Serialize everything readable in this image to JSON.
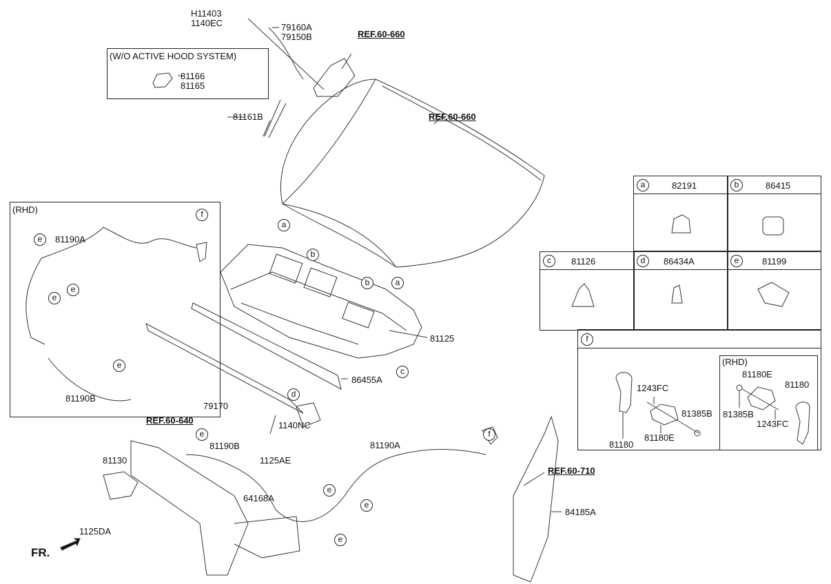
{
  "labels": {
    "h11403": "H11403",
    "p1140ec": "1140EC",
    "p79160a": "79160A",
    "p79150b": "79150B",
    "ref_top": "REF.60-660",
    "wo_title": "(W/O ACTIVE HOOD SYSTEM)",
    "p81166": "81166",
    "p81165": "81165",
    "p81161b": "81161B",
    "ref_hood": "REF.60-660",
    "rhd_title": "(RHD)",
    "rhd_81190a": "81190A",
    "rhd_81190b": "81190B",
    "p81125": "81125",
    "p86455a": "86455A",
    "p79170": "79170",
    "p1140nc": "1140NC",
    "ref_640": "REF.60-640",
    "p81190b": "81190B",
    "p1125ae": "1125AE",
    "p81190a": "81190A",
    "p81130": "81130",
    "p64168a": "64168A",
    "p1125da": "1125DA",
    "ref_710": "REF.60-710",
    "p84185a": "84185A",
    "fr": "FR."
  },
  "callouts": [
    "a",
    "b",
    "b",
    "a",
    "c",
    "d",
    "e",
    "e",
    "e",
    "f",
    "e",
    "e",
    "e",
    "e",
    "e",
    "f"
  ],
  "legend": {
    "a": {
      "letter": "a",
      "part": "82191"
    },
    "b": {
      "letter": "b",
      "part": "86415"
    },
    "c": {
      "letter": "c",
      "part": "81126"
    },
    "d": {
      "letter": "d",
      "part": "86434A"
    },
    "e": {
      "letter": "e",
      "part": "81199"
    },
    "f": {
      "letter": "f",
      "rhd_title": "(RHD)",
      "lhd": {
        "bolt": "1243FC",
        "lever": "81180",
        "bracket": "81180E",
        "nut": "81385B"
      },
      "rhd": {
        "bracket": "81180E",
        "lever": "81180",
        "nut": "81385B",
        "bolt": "1243FC"
      }
    }
  }
}
